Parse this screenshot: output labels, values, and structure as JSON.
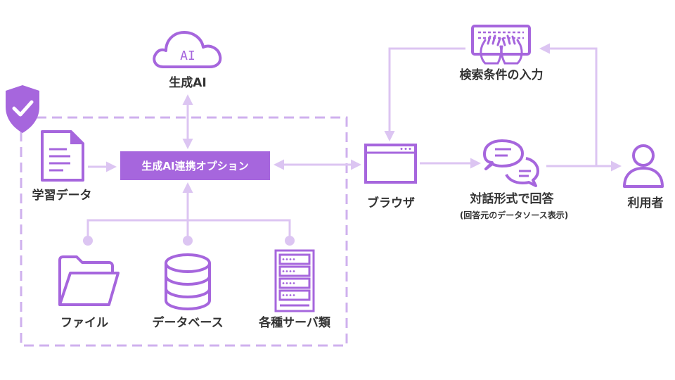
{
  "colors": {
    "accent": "#a666dd",
    "line": "#dcc5f2",
    "dashed_border": "#cfb0ee",
    "text": "#333333"
  },
  "nodes": {
    "ai": {
      "icon_text": "AI",
      "label": "生成AI",
      "icon": "cloud-icon"
    },
    "hub": {
      "label": "生成AI連携オプション"
    },
    "learning_data": {
      "label": "学習データ",
      "icon": "document-icon"
    },
    "browser": {
      "label": "ブラウザ",
      "icon": "browser-window-icon"
    },
    "dialog": {
      "label": "対話形式で回答",
      "sublabel": "(回答元のデータソース表示)",
      "icon": "chat-bubbles-icon"
    },
    "search_input": {
      "label": "検索条件の入力",
      "icon": "keyboard-hands-icon"
    },
    "user": {
      "label": "利用者",
      "icon": "user-icon"
    }
  },
  "data_sources": [
    {
      "label": "ファイル",
      "icon": "folder-icon"
    },
    {
      "label": "データベース",
      "icon": "database-icon"
    },
    {
      "label": "各種サーバ類",
      "icon": "server-rack-icon"
    }
  ],
  "security": {
    "icon": "shield-check-icon"
  }
}
